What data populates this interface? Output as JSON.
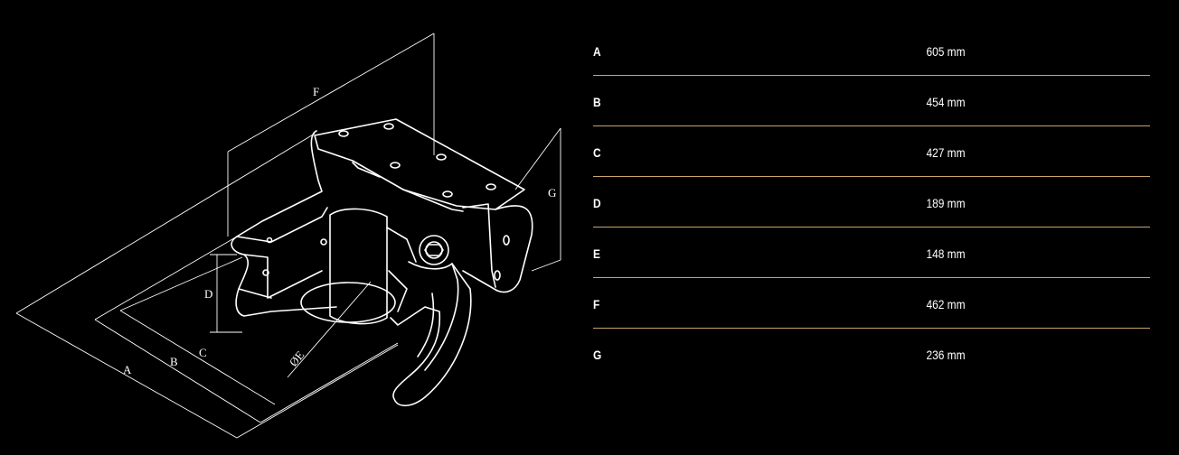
{
  "diagram": {
    "dimension_letters": {
      "A": "A",
      "B": "B",
      "C": "C",
      "D": "D",
      "E": "ØE",
      "F": "F",
      "G": "G"
    }
  },
  "specs": [
    {
      "label": "A",
      "value": "605 mm"
    },
    {
      "label": "B",
      "value": "454 mm"
    },
    {
      "label": "C",
      "value": "427 mm"
    },
    {
      "label": "D",
      "value": "189 mm"
    },
    {
      "label": "E",
      "value": "148 mm"
    },
    {
      "label": "F",
      "value": "462 mm"
    },
    {
      "label": "G",
      "value": "236 mm"
    }
  ],
  "colors": {
    "background": "#000000",
    "line": "#ffffff",
    "divider": "#c9a46a"
  }
}
